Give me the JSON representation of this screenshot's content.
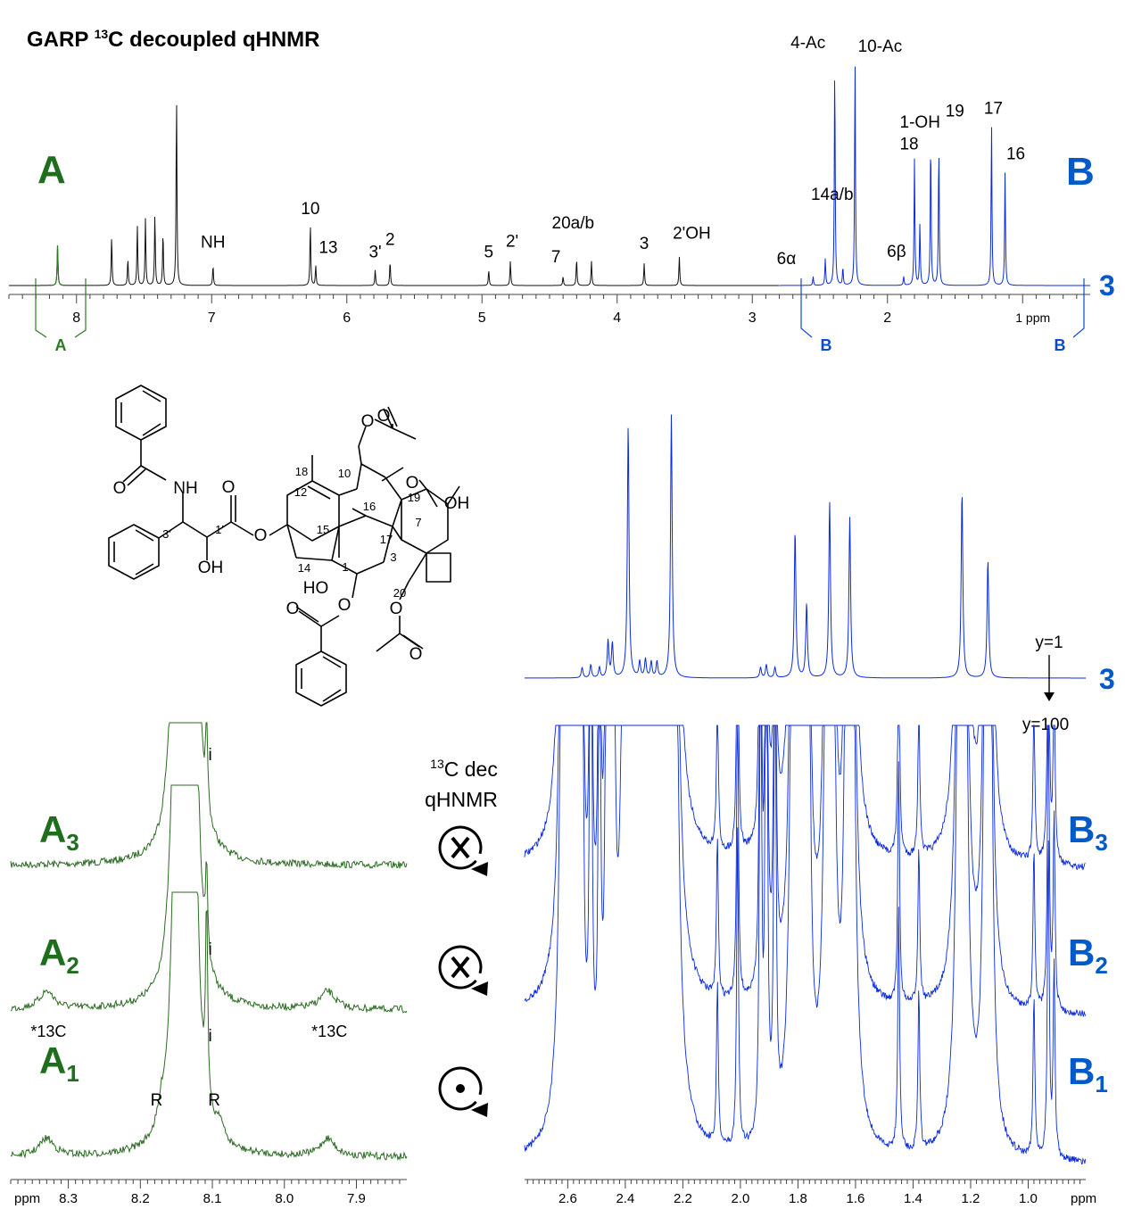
{
  "figure": {
    "title_main": "GARP ",
    "title_sup": "13",
    "title_rest": "C decoupled qHNMR",
    "compound_label": "3",
    "compound_label_mid": "3",
    "region_a": "A",
    "region_b": "B",
    "bracket_a": "A",
    "bracket_b1": "B",
    "bracket_b2": "B",
    "y_scale_top": "y=1",
    "y_scale_bottom": "y=100",
    "dec_sup": "13",
    "dec_line1": "C dec",
    "dec_line2": "qHNMR",
    "traces_a": [
      {
        "id": "A3",
        "letter": "A",
        "sub": "3"
      },
      {
        "id": "A2",
        "letter": "A",
        "sub": "2"
      },
      {
        "id": "A1",
        "letter": "A",
        "sub": "1"
      }
    ],
    "traces_b": [
      {
        "id": "B3",
        "letter": "B",
        "sub": "3"
      },
      {
        "id": "B2",
        "letter": "B",
        "sub": "2"
      },
      {
        "id": "B1",
        "letter": "B",
        "sub": "1"
      }
    ],
    "icon_states": [
      "spin-off",
      "spin-off",
      "spin-on"
    ],
    "trace_marks": {
      "i": "i",
      "r": "R",
      "c13": "*13C"
    },
    "structure_labels": [
      "NH",
      "OH",
      "HO",
      "OH",
      "O",
      "O",
      "O",
      "O",
      "O",
      "O",
      "O",
      "O",
      "O",
      "O",
      "18",
      "12",
      "10",
      "19",
      "16",
      "15",
      "17",
      "7",
      "14",
      "1",
      "3",
      "3'",
      "1'",
      "20"
    ]
  },
  "colors": {
    "black_spectrum": "#111111",
    "blue": "#0a2bdc",
    "blue_label": "#005ac8",
    "green": "#2b6b22",
    "green_label": "#1e6e1e"
  },
  "chart_data": [
    {
      "type": "line",
      "id": "full-spectrum",
      "x_unit": "ppm",
      "x_ticks": [
        "8",
        "7",
        "6",
        "5",
        "4",
        "3",
        "2",
        "1 ppm"
      ],
      "x_tick_values": [
        8,
        7,
        6,
        5,
        4,
        3,
        2,
        1
      ],
      "xlim": [
        8.5,
        0.5
      ],
      "split_ppm": 2.8,
      "peaks": [
        {
          "ppm": 8.14,
          "h": 0.18,
          "label": ""
        },
        {
          "ppm": 7.74,
          "h": 0.22,
          "label": ""
        },
        {
          "ppm": 7.62,
          "h": 0.12,
          "label": ""
        },
        {
          "ppm": 7.55,
          "h": 0.27,
          "label": ""
        },
        {
          "ppm": 7.49,
          "h": 0.3,
          "label": ""
        },
        {
          "ppm": 7.42,
          "h": 0.32,
          "label": ""
        },
        {
          "ppm": 7.36,
          "h": 0.24,
          "label": ""
        },
        {
          "ppm": 7.26,
          "h": 0.86,
          "label": ""
        },
        {
          "ppm": 6.99,
          "h": 0.09,
          "label": "NH"
        },
        {
          "ppm": 6.27,
          "h": 0.28,
          "label": "10"
        },
        {
          "ppm": 6.23,
          "h": 0.09,
          "label": "13"
        },
        {
          "ppm": 5.79,
          "h": 0.07,
          "label": "3'"
        },
        {
          "ppm": 5.68,
          "h": 0.11,
          "label": "2"
        },
        {
          "ppm": 4.95,
          "h": 0.07,
          "label": "5"
        },
        {
          "ppm": 4.79,
          "h": 0.11,
          "label": "2'"
        },
        {
          "ppm": 4.4,
          "h": 0.04,
          "label": "7"
        },
        {
          "ppm": 4.3,
          "h": 0.12,
          "label": "20a/b"
        },
        {
          "ppm": 4.19,
          "h": 0.11,
          "label": ""
        },
        {
          "ppm": 3.8,
          "h": 0.1,
          "label": "3"
        },
        {
          "ppm": 3.54,
          "h": 0.13,
          "label": "2'OH"
        },
        {
          "ppm": 2.55,
          "h": 0.04,
          "label": "6α"
        },
        {
          "ppm": 2.46,
          "h": 0.12,
          "label": ""
        },
        {
          "ppm": 2.39,
          "h": 1.0,
          "label": "4-Ac"
        },
        {
          "ppm": 2.33,
          "h": 0.08,
          "label": "14a/b"
        },
        {
          "ppm": 2.24,
          "h": 1.02,
          "label": "10-Ac"
        },
        {
          "ppm": 1.88,
          "h": 0.04,
          "label": "6β"
        },
        {
          "ppm": 1.8,
          "h": 0.57,
          "label": "18"
        },
        {
          "ppm": 1.76,
          "h": 0.28,
          "label": ""
        },
        {
          "ppm": 1.68,
          "h": 0.66,
          "label": "1-OH"
        },
        {
          "ppm": 1.62,
          "h": 0.63,
          "label": "19"
        },
        {
          "ppm": 1.23,
          "h": 0.73,
          "label": "17"
        },
        {
          "ppm": 1.13,
          "h": 0.51,
          "label": "16"
        }
      ]
    },
    {
      "type": "line",
      "id": "region-a-expansion",
      "x_unit": "ppm",
      "x_ticks": [
        "ppm",
        "8.3",
        "8.2",
        "8.1",
        "8.0",
        "7.9"
      ],
      "x_tick_values": [
        8.3,
        8.2,
        8.1,
        8.0,
        7.9
      ],
      "xlim": [
        8.38,
        7.83
      ],
      "series": [
        {
          "name": "A3",
          "main_peaks": [
            8.148,
            8.128
          ],
          "impurity_ppm": 8.108,
          "satellites": false,
          "rotation": false
        },
        {
          "name": "A2",
          "main_peaks": [
            8.148,
            8.128
          ],
          "impurity_ppm": 8.108,
          "satellites": true,
          "rotation": false
        },
        {
          "name": "A1",
          "main_peaks": [
            8.148,
            8.128
          ],
          "impurity_ppm": 8.108,
          "satellites": true,
          "rotation": true
        }
      ],
      "satellite_ppm": [
        8.33,
        7.94
      ],
      "rotation_sideband_ppm": [
        8.17,
        8.09
      ]
    },
    {
      "type": "line",
      "id": "region-b-expansion",
      "x_unit": "ppm",
      "x_ticks": [
        "2.6",
        "2.4",
        "2.2",
        "2.0",
        "1.8",
        "1.6",
        "1.4",
        "1.2",
        "1.0",
        "ppm"
      ],
      "x_tick_values": [
        2.6,
        2.4,
        2.2,
        2.0,
        1.8,
        1.6,
        1.4,
        1.2,
        1.0
      ],
      "xlim": [
        2.75,
        0.8
      ],
      "overview_peaks": [
        {
          "ppm": 2.55,
          "h": 0.04
        },
        {
          "ppm": 2.52,
          "h": 0.05
        },
        {
          "ppm": 2.49,
          "h": 0.04
        },
        {
          "ppm": 2.46,
          "h": 0.14
        },
        {
          "ppm": 2.445,
          "h": 0.13
        },
        {
          "ppm": 2.39,
          "h": 0.96
        },
        {
          "ppm": 2.35,
          "h": 0.06
        },
        {
          "ppm": 2.33,
          "h": 0.07
        },
        {
          "ppm": 2.31,
          "h": 0.06
        },
        {
          "ppm": 2.29,
          "h": 0.06
        },
        {
          "ppm": 2.24,
          "h": 1.0
        },
        {
          "ppm": 1.93,
          "h": 0.04
        },
        {
          "ppm": 1.91,
          "h": 0.05
        },
        {
          "ppm": 1.88,
          "h": 0.04
        },
        {
          "ppm": 1.81,
          "h": 0.56
        },
        {
          "ppm": 1.77,
          "h": 0.28
        },
        {
          "ppm": 1.69,
          "h": 0.67
        },
        {
          "ppm": 1.62,
          "h": 0.61
        },
        {
          "ppm": 1.23,
          "h": 0.71
        },
        {
          "ppm": 1.14,
          "h": 0.45
        }
      ],
      "series": [
        {
          "name": "B3"
        },
        {
          "name": "B2"
        },
        {
          "name": "B1"
        }
      ]
    }
  ]
}
